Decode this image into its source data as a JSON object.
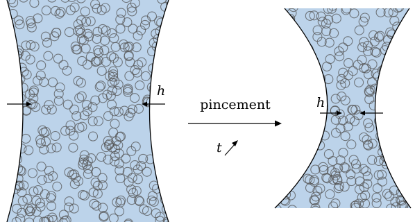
{
  "left_panel": {
    "width_symbol": "h"
  },
  "right_panel": {
    "width_symbol": "h"
  },
  "process": {
    "label": "pincement",
    "time_symbol": "t"
  },
  "colors": {
    "fluid": "#bcd3ea",
    "particle_stroke": "#555555",
    "boundary": "#000000",
    "background": "#ffffff"
  },
  "particles": {
    "left_count": 420,
    "right_count": 330
  }
}
